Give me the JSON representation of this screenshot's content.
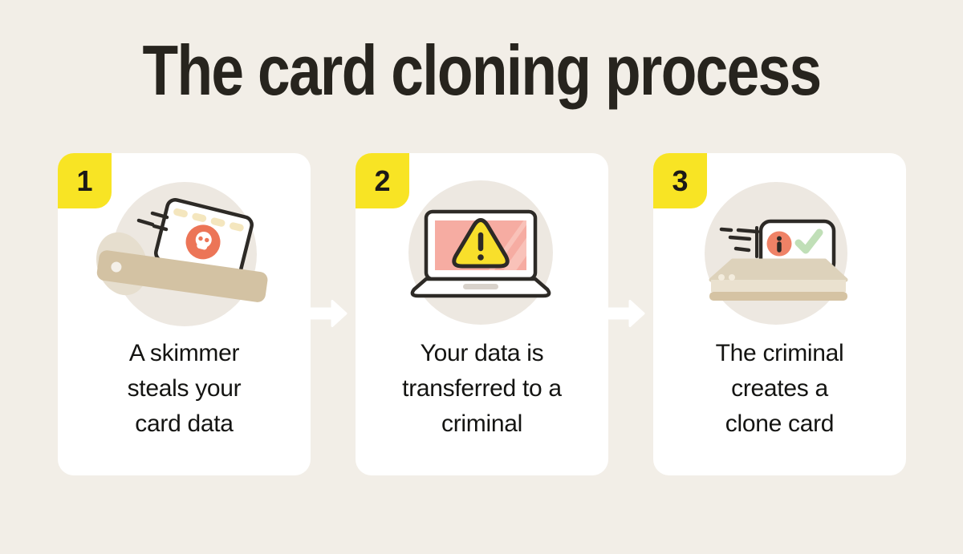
{
  "title": "The card cloning process",
  "steps": [
    {
      "number": "1",
      "caption": "A skimmer steals your card data",
      "lines": [
        "A skimmer",
        "steals your",
        "card data"
      ],
      "icon": "card-skimmer-skull-illustration"
    },
    {
      "number": "2",
      "caption": "Your data is transferred to a criminal",
      "lines": [
        "Your data is",
        "transferred to a",
        "criminal"
      ],
      "icon": "laptop-warning-illustration"
    },
    {
      "number": "3",
      "caption": "The criminal creates a clone card",
      "lines": [
        "The criminal",
        "creates a",
        "clone card"
      ],
      "icon": "clone-card-printer-illustration"
    }
  ],
  "arrows": [
    "right-arrow",
    "right-arrow"
  ],
  "colors": {
    "background": "#F2EEE7",
    "card_background": "#FFFFFF",
    "badge_yellow": "#F8E424",
    "triangle_yellow": "#F8DF2B",
    "outline_dark": "#2D2A26",
    "salmon": "#EC7557",
    "screen_pink": "#F6ACA2",
    "screen_glare_pink": "#F9C2B9",
    "green_check": "#C0DFB7",
    "skimmer_tan": "#D3C2A3",
    "printer_tan": "#DDD2BB",
    "illustration_circle": "#EDE8E1",
    "cream_dash": "#F4E6BE",
    "title_text": "#27241E",
    "body_text": "#141412"
  }
}
